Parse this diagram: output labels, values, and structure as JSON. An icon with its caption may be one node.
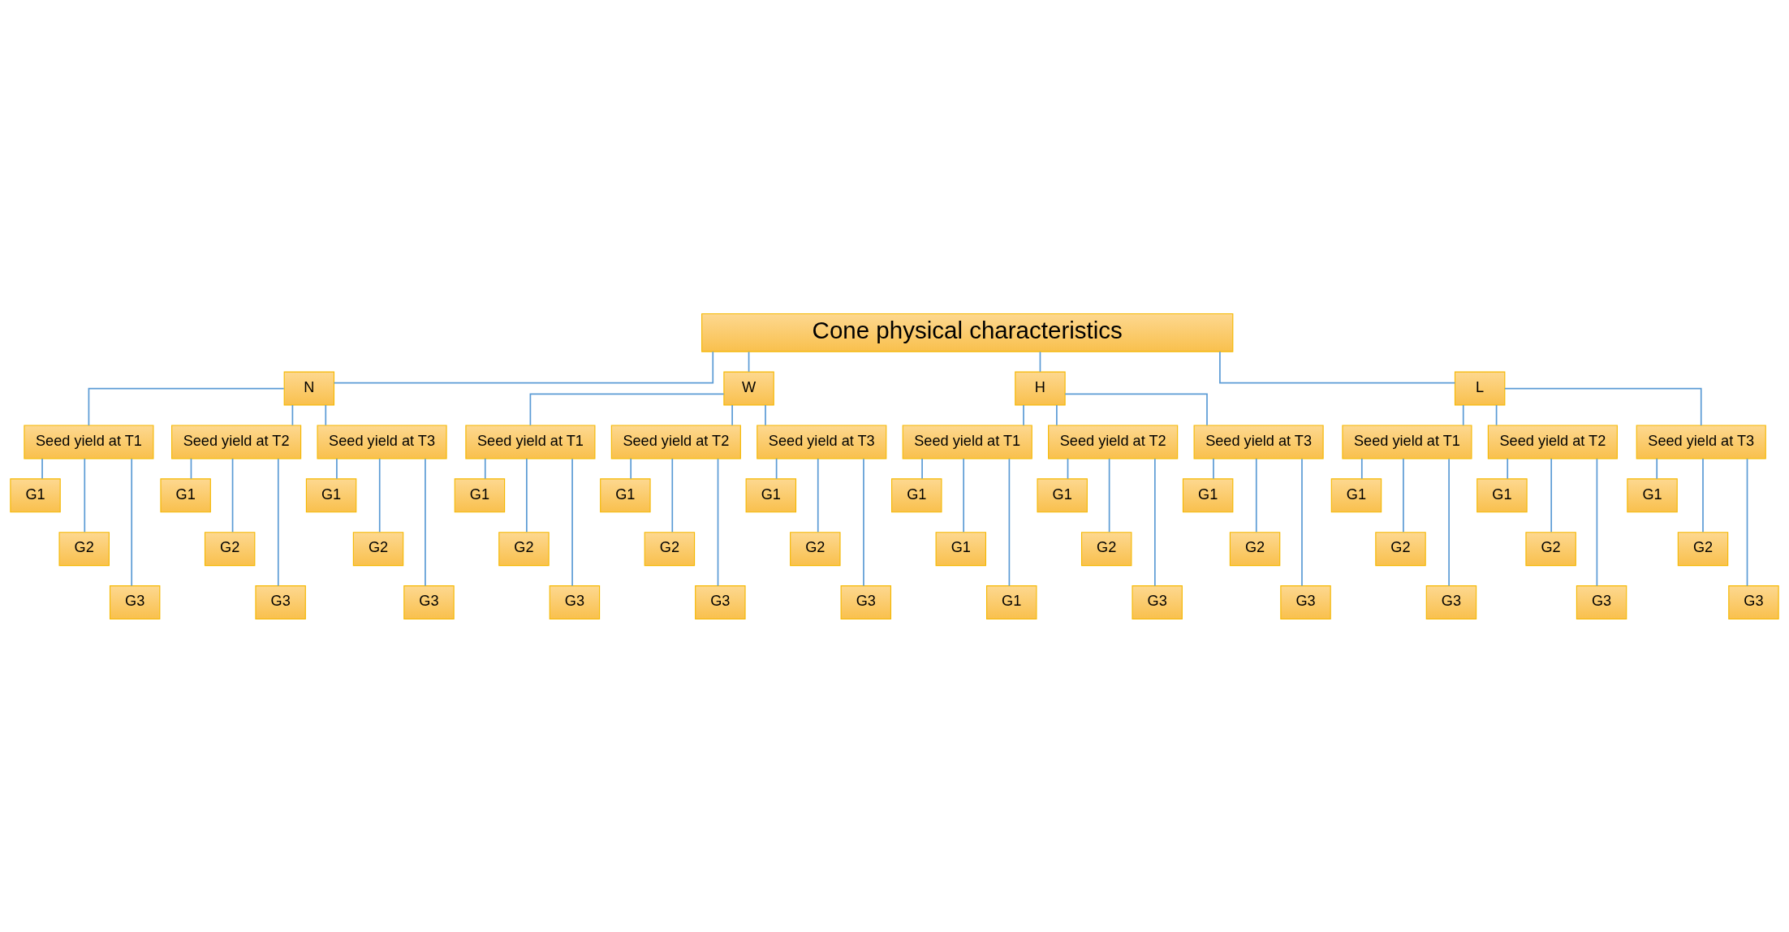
{
  "diagram": {
    "nodes": [
      {
        "text": [
          "Cone physical characteristics"
        ]
      },
      {
        "text": [
          "N"
        ]
      },
      {
        "text": [
          "W"
        ]
      },
      {
        "text": [
          "H"
        ]
      },
      {
        "text": [
          "L"
        ]
      },
      {
        "text": [
          "Seed yield at T1"
        ]
      },
      {
        "text": [
          "Seed yield at T2"
        ]
      },
      {
        "text": [
          "Seed yield at T3"
        ]
      },
      {
        "text": [
          "Seed yield at T1"
        ]
      },
      {
        "text": [
          "Seed yield at T2"
        ]
      },
      {
        "text": [
          "Seed yield at T3"
        ]
      },
      {
        "text": [
          "Seed yield at T1"
        ]
      },
      {
        "text": [
          "Seed yield at T2"
        ]
      },
      {
        "text": [
          "Seed yield at T3"
        ]
      },
      {
        "text": [
          "Seed yield at T1"
        ]
      },
      {
        "text": [
          "Seed yield at T2"
        ]
      },
      {
        "text": [
          "Seed yield at T3"
        ]
      },
      {
        "text": [
          "G1"
        ]
      },
      {
        "text": [
          "G2"
        ]
      },
      {
        "text": [
          "G3"
        ]
      },
      {
        "text": [
          "G1"
        ]
      },
      {
        "text": [
          "G2"
        ]
      },
      {
        "text": [
          "G3"
        ]
      },
      {
        "text": [
          "G1"
        ]
      },
      {
        "text": [
          "G2"
        ]
      },
      {
        "text": [
          "G3"
        ]
      },
      {
        "text": [
          "G1"
        ]
      },
      {
        "text": [
          "G2"
        ]
      },
      {
        "text": [
          "G3"
        ]
      },
      {
        "text": [
          "G1"
        ]
      },
      {
        "text": [
          "G2"
        ]
      },
      {
        "text": [
          "G3"
        ]
      },
      {
        "text": [
          "G1"
        ]
      },
      {
        "text": [
          "G2"
        ]
      },
      {
        "text": [
          "G3"
        ]
      },
      {
        "text": [
          "G1"
        ]
      },
      {
        "text": [
          "G1"
        ]
      },
      {
        "text": [
          "G1"
        ]
      },
      {
        "text": [
          "G1"
        ]
      },
      {
        "text": [
          "G2"
        ]
      },
      {
        "text": [
          "G3"
        ]
      },
      {
        "text": [
          "G1"
        ]
      },
      {
        "text": [
          "G2"
        ]
      },
      {
        "text": [
          "G3"
        ]
      },
      {
        "text": [
          "G1"
        ]
      },
      {
        "text": [
          "G2"
        ]
      },
      {
        "text": [
          "G3"
        ]
      },
      {
        "text": [
          "G1"
        ]
      },
      {
        "text": [
          "G2"
        ]
      },
      {
        "text": [
          "G3"
        ]
      },
      {
        "text": [
          "G1"
        ]
      },
      {
        "text": [
          "G2"
        ]
      },
      {
        "text": [
          "G3"
        ]
      }
    ],
    "edges": [
      {
        "from": 0,
        "to": 1,
        "arrow": "none"
      },
      {
        "from": 0,
        "to": 2,
        "arrow": "none"
      },
      {
        "from": 0,
        "to": 3,
        "arrow": "none"
      },
      {
        "from": 0,
        "to": 4,
        "arrow": "none"
      },
      {
        "from": 1,
        "to": 5,
        "arrow": "none"
      },
      {
        "from": 1,
        "to": 6,
        "arrow": "none"
      },
      {
        "from": 1,
        "to": 7,
        "arrow": "none"
      },
      {
        "from": 2,
        "to": 8,
        "arrow": "none"
      },
      {
        "from": 2,
        "to": 9,
        "arrow": "none"
      },
      {
        "from": 2,
        "to": 10,
        "arrow": "none"
      },
      {
        "from": 3,
        "to": 11,
        "arrow": "none"
      },
      {
        "from": 3,
        "to": 12,
        "arrow": "none"
      },
      {
        "from": 3,
        "to": 13,
        "arrow": "none"
      },
      {
        "from": 4,
        "to": 14,
        "arrow": "none"
      },
      {
        "from": 4,
        "to": 15,
        "arrow": "none"
      },
      {
        "from": 4,
        "to": 16,
        "arrow": "none"
      },
      {
        "from": 5,
        "to": 17,
        "arrow": "none"
      },
      {
        "from": 5,
        "to": 18,
        "arrow": "none"
      },
      {
        "from": 5,
        "to": 19,
        "arrow": "none"
      },
      {
        "from": 6,
        "to": 20,
        "arrow": "none"
      },
      {
        "from": 6,
        "to": 21,
        "arrow": "none"
      },
      {
        "from": 6,
        "to": 22,
        "arrow": "none"
      },
      {
        "from": 7,
        "to": 23,
        "arrow": "none"
      },
      {
        "from": 7,
        "to": 24,
        "arrow": "none"
      },
      {
        "from": 7,
        "to": 25,
        "arrow": "none"
      },
      {
        "from": 8,
        "to": 26,
        "arrow": "none"
      },
      {
        "from": 8,
        "to": 27,
        "arrow": "none"
      },
      {
        "from": 8,
        "to": 28,
        "arrow": "none"
      },
      {
        "from": 9,
        "to": 29,
        "arrow": "none"
      },
      {
        "from": 9,
        "to": 30,
        "arrow": "none"
      },
      {
        "from": 9,
        "to": 31,
        "arrow": "none"
      },
      {
        "from": 10,
        "to": 32,
        "arrow": "none"
      },
      {
        "from": 10,
        "to": 33,
        "arrow": "none"
      },
      {
        "from": 10,
        "to": 34,
        "arrow": "none"
      },
      {
        "from": 11,
        "to": 35,
        "arrow": "none"
      },
      {
        "from": 11,
        "to": 36,
        "arrow": "none"
      },
      {
        "from": 11,
        "to": 37,
        "arrow": "none"
      },
      {
        "from": 12,
        "to": 38,
        "arrow": "none"
      },
      {
        "from": 12,
        "to": 39,
        "arrow": "none"
      },
      {
        "from": 12,
        "to": 40,
        "arrow": "none"
      },
      {
        "from": 13,
        "to": 41,
        "arrow": "none"
      },
      {
        "from": 13,
        "to": 42,
        "arrow": "none"
      },
      {
        "from": 13,
        "to": 43,
        "arrow": "none"
      },
      {
        "from": 14,
        "to": 44,
        "arrow": "none"
      },
      {
        "from": 14,
        "to": 45,
        "arrow": "none"
      },
      {
        "from": 14,
        "to": 46,
        "arrow": "none"
      },
      {
        "from": 15,
        "to": 47,
        "arrow": "none"
      },
      {
        "from": 15,
        "to": 48,
        "arrow": "none"
      },
      {
        "from": 15,
        "to": 49,
        "arrow": "none"
      },
      {
        "from": 16,
        "to": 50,
        "arrow": "none"
      },
      {
        "from": 16,
        "to": 51,
        "arrow": "none"
      },
      {
        "from": 16,
        "to": 52,
        "arrow": "none"
      }
    ]
  }
}
